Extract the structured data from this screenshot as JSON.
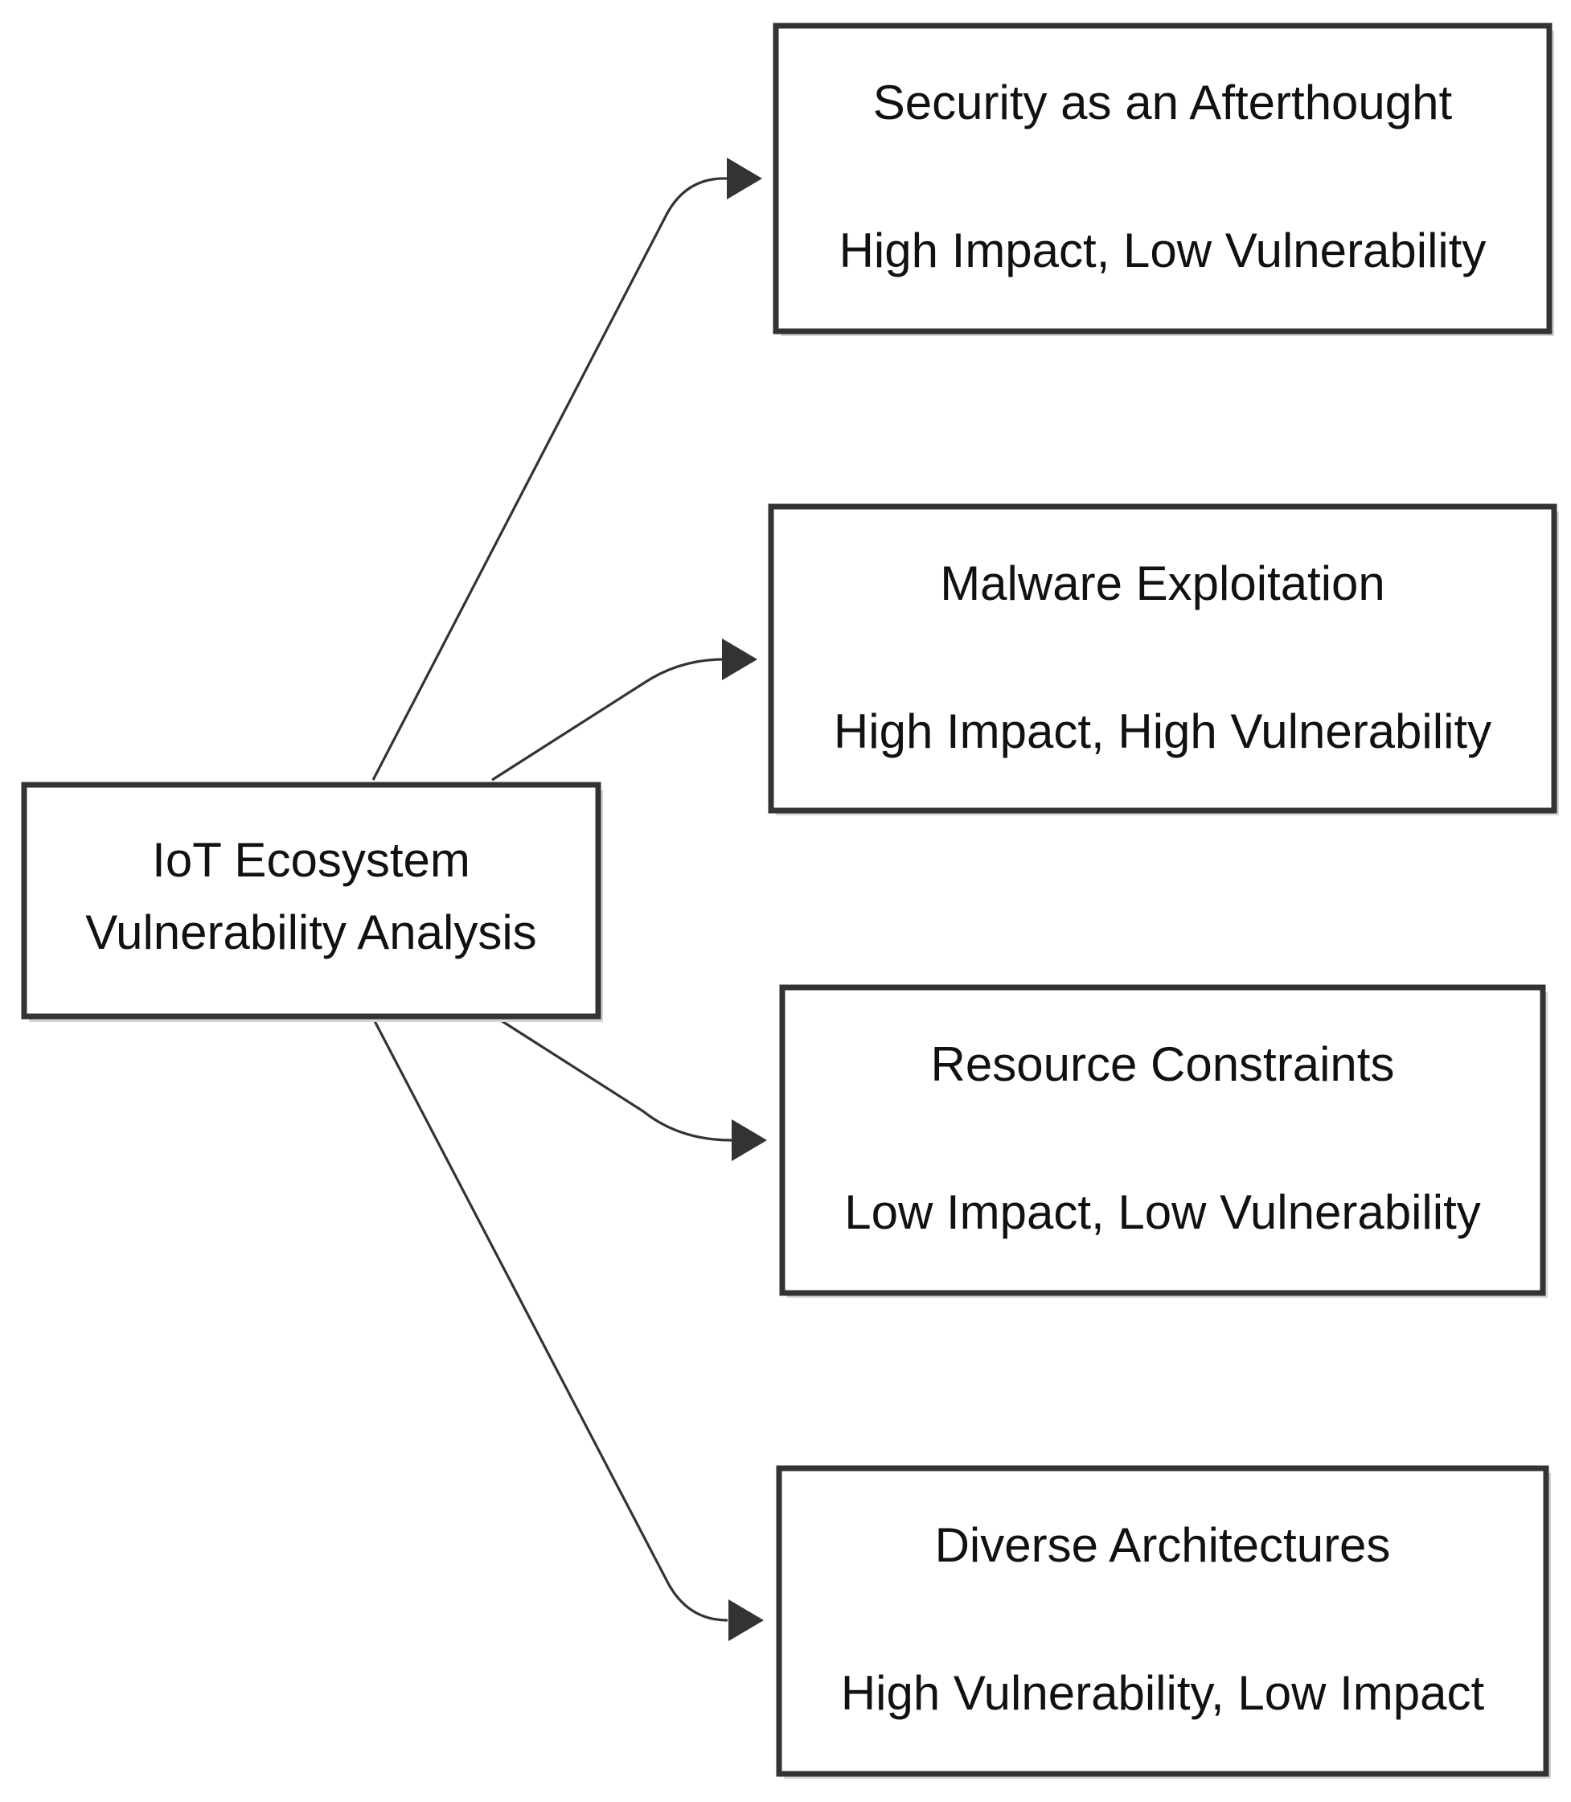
{
  "diagram": {
    "root": {
      "line1": "IoT Ecosystem",
      "line2": "Vulnerability Analysis"
    },
    "nodes": [
      {
        "title": "Security as an Afterthought",
        "subtitle": "High Impact, Low Vulnerability"
      },
      {
        "title": "Malware Exploitation",
        "subtitle": "High Impact, High Vulnerability"
      },
      {
        "title": "Resource Constraints",
        "subtitle": "Low Impact, Low Vulnerability"
      },
      {
        "title": "Diverse Architectures",
        "subtitle": "High Vulnerability, Low Impact"
      }
    ],
    "colors": {
      "stroke": "#333333",
      "text": "#111111",
      "background": "#ffffff"
    }
  }
}
